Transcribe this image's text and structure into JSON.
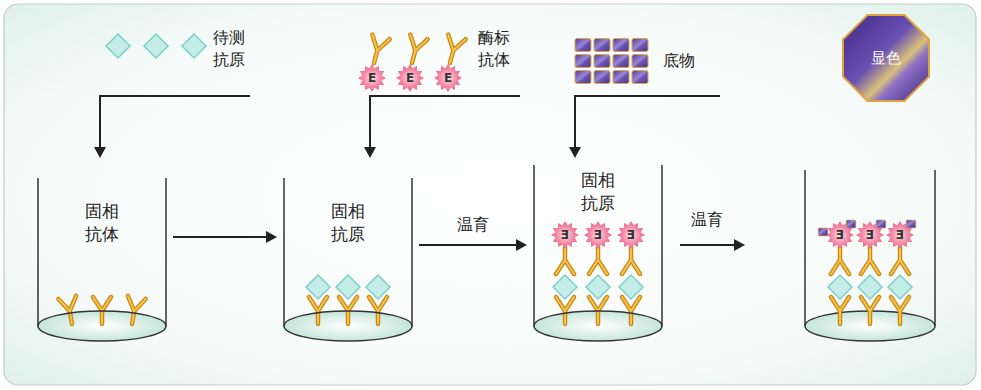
{
  "diagram": {
    "nodes": [
      {
        "text": [
          "固相 抗体"
        ]
      },
      {
        "text": [
          "固相 抗原"
        ]
      },
      {
        "text": [
          "固相 抗原"
        ]
      },
      {
        "text": [
          "显色"
        ]
      }
    ],
    "edges": [
      {
        "from": 0,
        "to": 1,
        "arrow": "to"
      },
      {
        "from": 1,
        "to": 2,
        "label": "温育",
        "arrow": "to"
      }
    ],
    "labels": [
      "待测 抗原",
      "酶标 抗体",
      "底物",
      "温育",
      "E",
      "E",
      "E",
      "E",
      "E",
      "E",
      "E",
      "E",
      "E"
    ]
  }
}
